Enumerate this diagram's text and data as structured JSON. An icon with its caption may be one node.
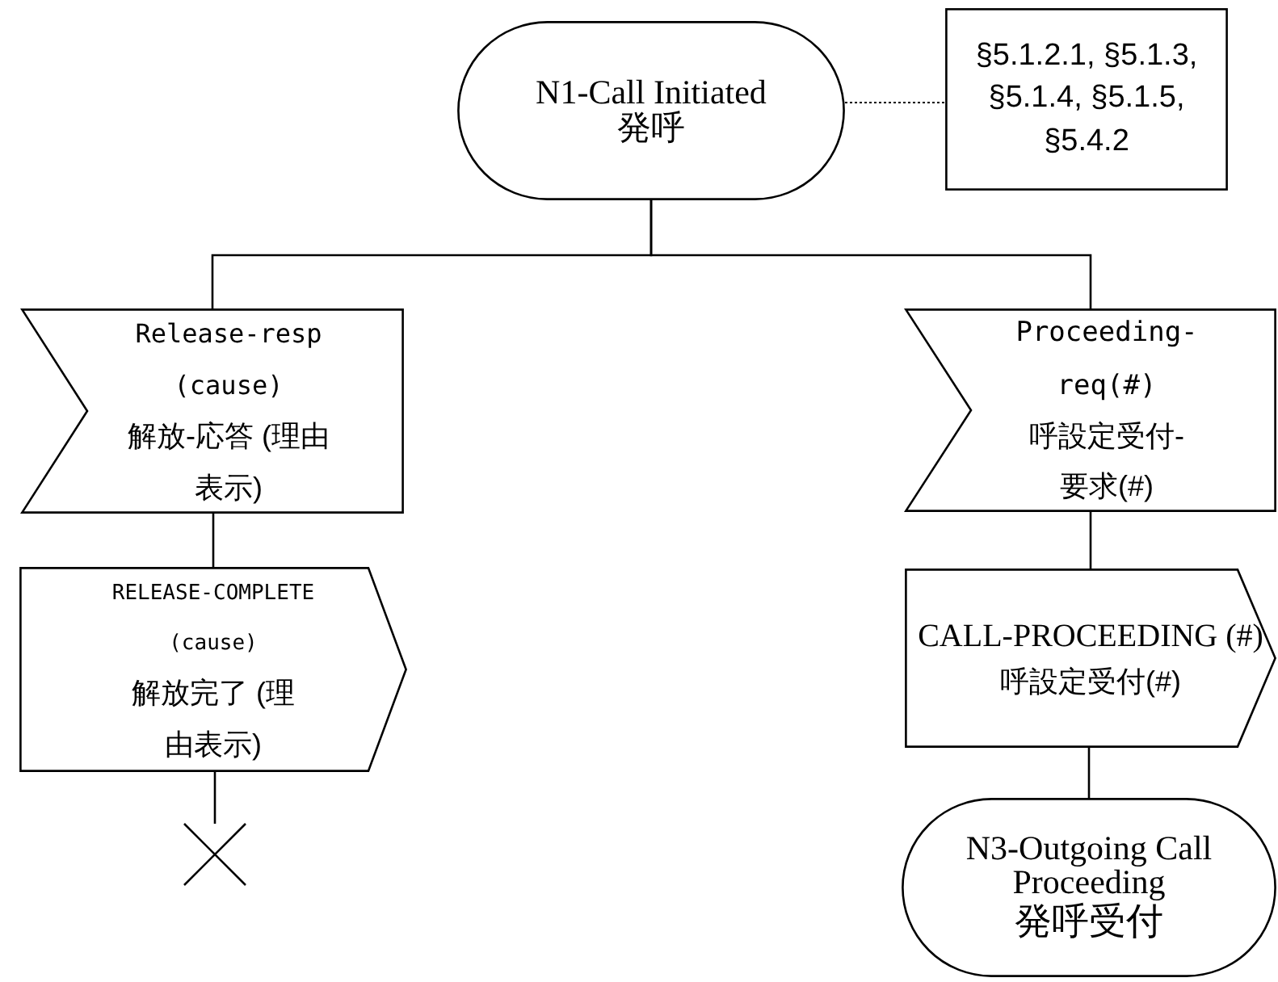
{
  "diagram": {
    "nodes": [
      {
        "text": [
          "N1-Call Initiated",
          "発呼"
        ]
      },
      {
        "text": [
          "§5.1.2.1, §5.1.3, §5.1.4, §5.1.5, §5.4.2"
        ]
      },
      {
        "text": [
          "Release-resp (cause)",
          "解放-応答 (理由表示)"
        ]
      },
      {
        "text": [
          "RELEASE-COMPLETE (cause)",
          "解放完了 (理由表示)"
        ]
      },
      {
        "text": [],
        "shape": "cross"
      },
      {
        "text": [
          "Proceeding-req(#)",
          "呼設定受付-要求(#)"
        ]
      },
      {
        "text": [
          "CALL-PROCEEDING (#)",
          "呼設定受付(#)"
        ]
      },
      {
        "text": [
          "N3-Outgoing Call Proceeding",
          "発呼受付"
        ]
      }
    ],
    "edges": [
      {
        "from": 0,
        "to": 1,
        "arrow": "none",
        "style": "dashed"
      },
      {
        "from": 0,
        "to": 2,
        "arrow": "none"
      },
      {
        "from": 0,
        "to": 5,
        "arrow": "none"
      },
      {
        "from": 2,
        "to": 3,
        "arrow": "none"
      },
      {
        "from": 3,
        "to": 4,
        "arrow": "none"
      },
      {
        "from": 5,
        "to": 6,
        "arrow": "none"
      },
      {
        "from": 6,
        "to": 7,
        "arrow": "none"
      }
    ]
  }
}
